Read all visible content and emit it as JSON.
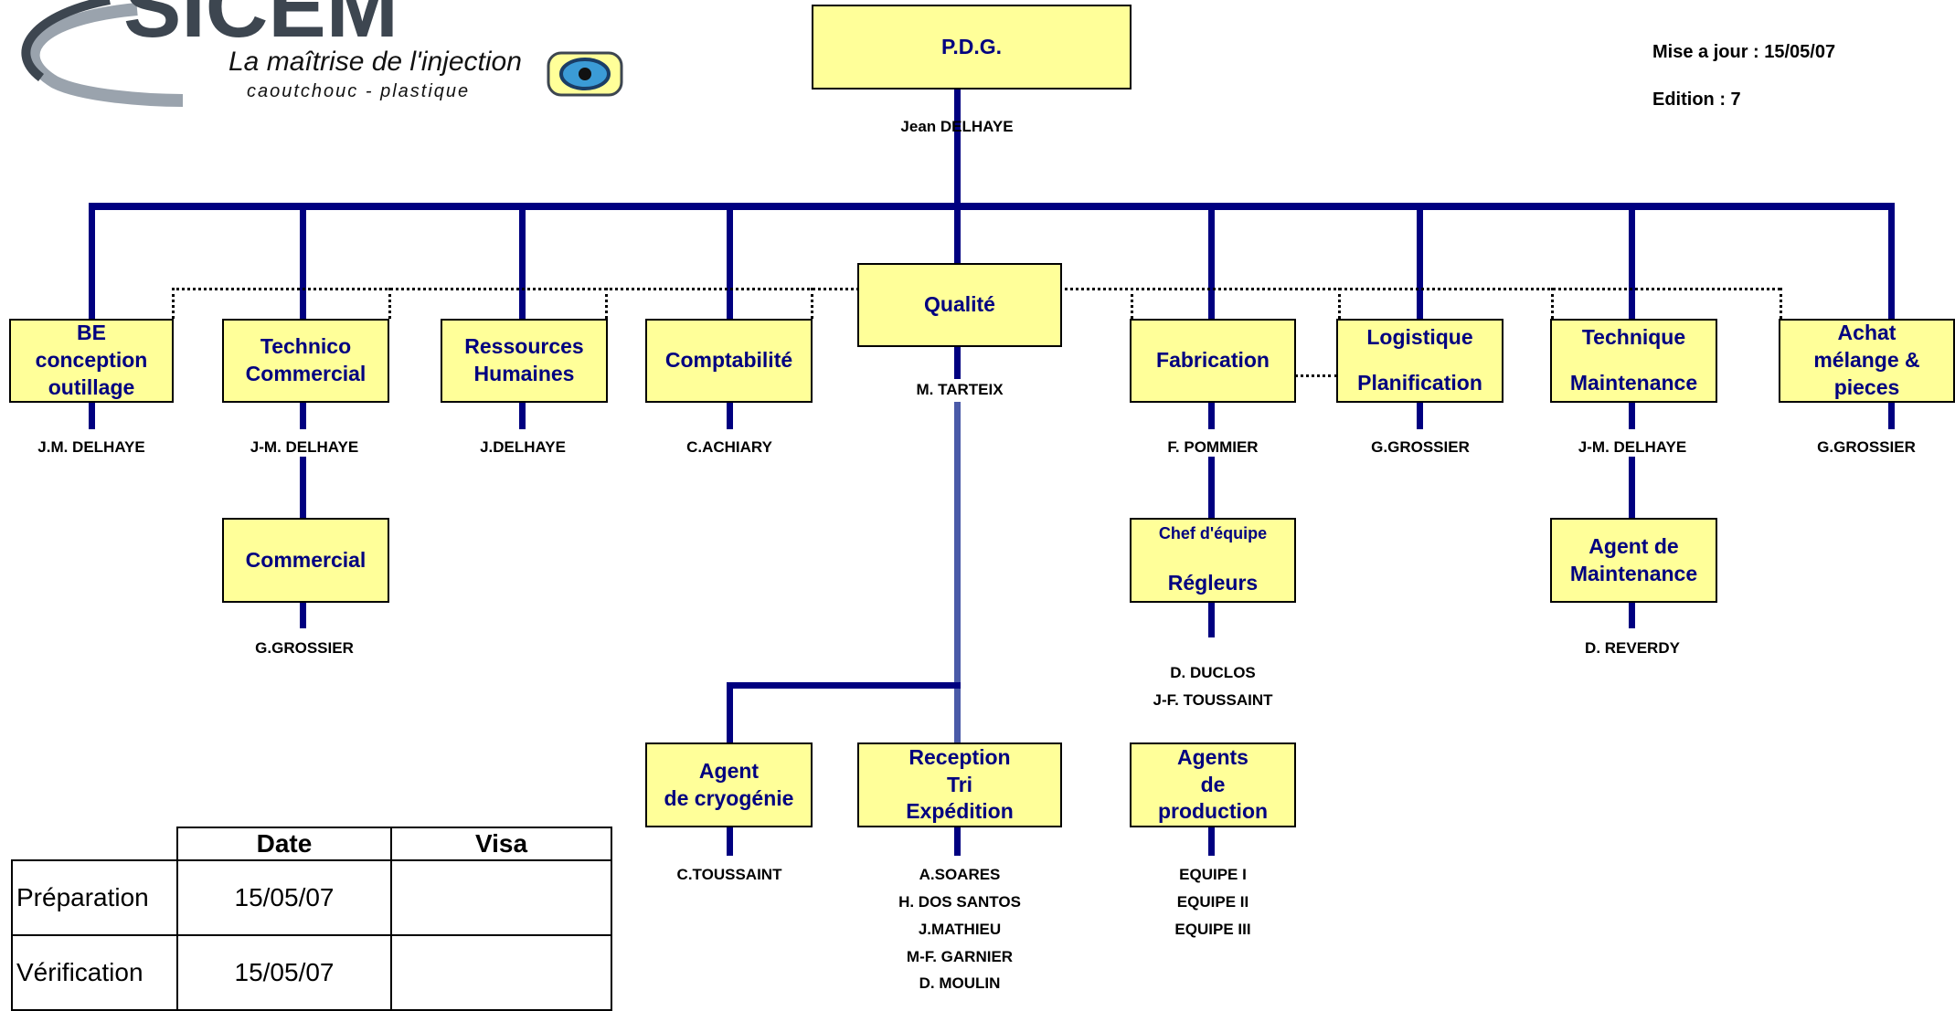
{
  "logo": {
    "brand": "SICEM",
    "tagline": "La maîtrise de l'injection",
    "subtitle": "caoutchouc - plastique"
  },
  "meta": {
    "update": "Mise a jour : 15/05/07",
    "edition": "Edition : 7"
  },
  "pdg": {
    "title": "P.D.G.",
    "name": "Jean DELHAYE"
  },
  "departments": {
    "be": {
      "l1": "BE",
      "l2": "conception",
      "l3": "outillage",
      "name": "J.M. DELHAYE"
    },
    "technico": {
      "l1": "Technico",
      "l2": "Commercial",
      "name": "J-M. DELHAYE"
    },
    "rh": {
      "l1": "Ressources",
      "l2": "Humaines",
      "name": "J.DELHAYE"
    },
    "compta": {
      "l1": "Comptabilité",
      "name": "C.ACHIARY"
    },
    "qualite": {
      "l1": "Qualité",
      "name": "M. TARTEIX"
    },
    "fabrication": {
      "l1": "Fabrication",
      "name": "F. POMMIER"
    },
    "logistique": {
      "l1": "Logistique",
      "l2": "Planification",
      "name": "G.GROSSIER"
    },
    "technique": {
      "l1": "Technique",
      "l2": "Maintenance",
      "name": "J-M. DELHAYE"
    },
    "achat": {
      "l1": "Achat",
      "l2": "mélange &",
      "l3": "pieces",
      "name": "G.GROSSIER"
    }
  },
  "sub": {
    "commercial": {
      "l1": "Commercial",
      "name": "G.GROSSIER"
    },
    "chef": {
      "l1": "Chef d'équipe",
      "l2": "Régleurs",
      "names": [
        "D. DUCLOS",
        "J-F. TOUSSAINT"
      ]
    },
    "agent_maint": {
      "l1": "Agent de",
      "l2": "Maintenance",
      "name": "D. REVERDY"
    },
    "cryo": {
      "l1": "Agent",
      "l2": "de cryogénie",
      "name": "C.TOUSSAINT"
    },
    "reception": {
      "l1": "Reception",
      "l2": "Tri",
      "l3": "Expédition",
      "names": [
        "A.SOARES",
        "H. DOS SANTOS",
        "J.MATHIEU",
        "M-F. GARNIER",
        "D. MOULIN"
      ]
    },
    "agents_prod": {
      "l1": "Agents",
      "l2": "de",
      "l3": "production",
      "names": [
        "EQUIPE I",
        "EQUIPE II",
        "EQUIPE III"
      ]
    }
  },
  "signature_table": {
    "headers": [
      "",
      "Date",
      "Visa"
    ],
    "rows": [
      {
        "label": "Préparation",
        "date": "15/05/07",
        "visa": ""
      },
      {
        "label": "Vérification",
        "date": "15/05/07",
        "visa": ""
      }
    ]
  },
  "colors": {
    "box_fill": "#ffff99",
    "line": "#000080",
    "text": "#000080"
  }
}
